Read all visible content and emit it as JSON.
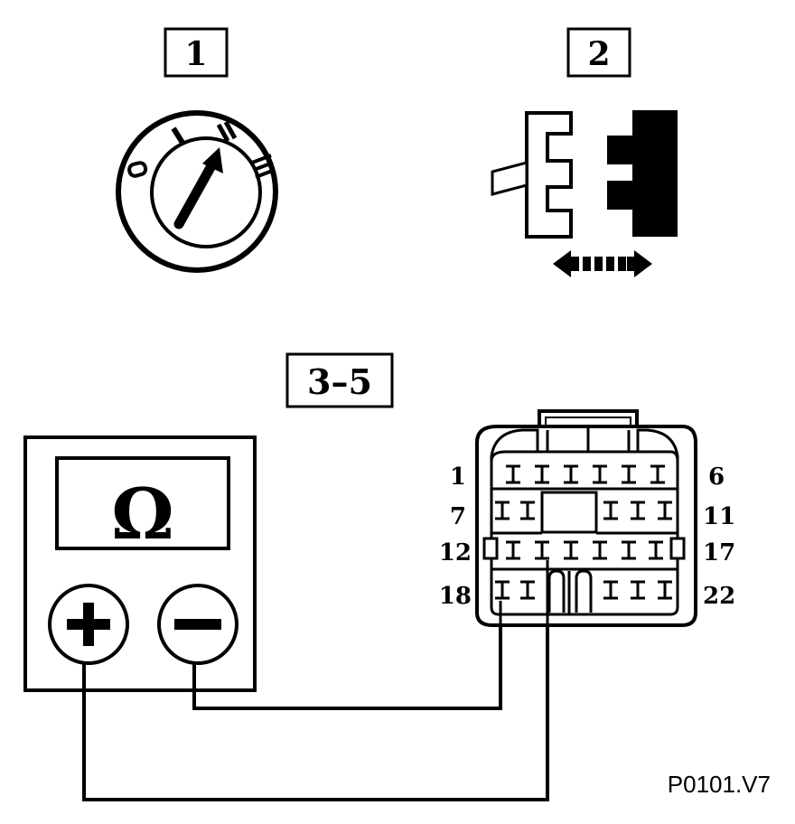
{
  "step_labels": {
    "step1": "1",
    "step2": "2",
    "step3": "3–5"
  },
  "ignition_positions": [
    "0",
    "I",
    "II",
    "III"
  ],
  "meter": {
    "symbol": "Ω",
    "plus": "+",
    "minus": "−"
  },
  "connector_pins": {
    "row1_left": "1",
    "row1_right": "6",
    "row2_left": "7",
    "row2_right": "11",
    "row3_left": "12",
    "row3_right": "17",
    "row4_left": "18",
    "row4_right": "22"
  },
  "figure_code": "P0101.V7"
}
